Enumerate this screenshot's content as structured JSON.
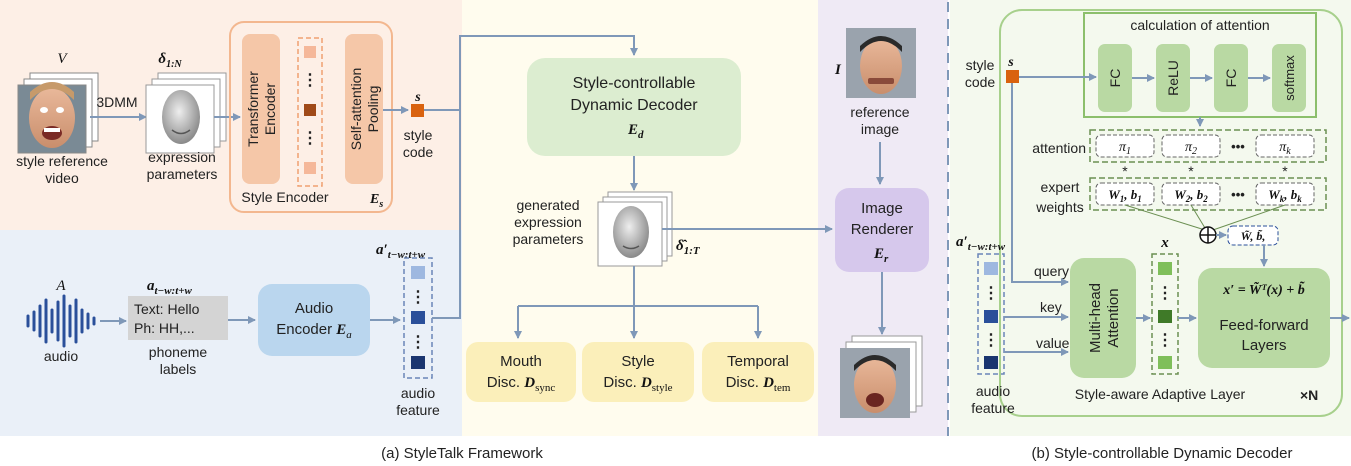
{
  "captions": {
    "a": "(a) StyleTalk Framework",
    "b": "(b) Style-controllable Dynamic Decoder"
  },
  "left": {
    "video_symbol": "V",
    "style_ref_line1": "style reference",
    "style_ref_line2": "video",
    "threeDMM": "3DMM",
    "delta_symbol": "δ",
    "delta_sub": "1:N",
    "expr_line1": "expression",
    "expr_line2": "parameters",
    "transformer_line1": "Transformer",
    "transformer_line2": "Encoder",
    "selfatt_line1": "Self-attention",
    "selfatt_line2": "Pooling",
    "style_encoder": "Style Encoder",
    "Es_sym": "E",
    "Es_sub": "s",
    "s_symbol": "s",
    "style_code_line1": "style",
    "style_code_line2": "code",
    "A_symbol": "A",
    "audio": "audio",
    "a_sym": "a",
    "a_sub": "t−w:t+w",
    "text_line": "Text: Hello",
    "ph_line": "Ph: HH,...",
    "phoneme_line1": "phoneme",
    "phoneme_line2": "labels",
    "audio_enc_line1": "Audio",
    "audio_enc_line2": "Encoder",
    "Ea_sym": "E",
    "Ea_sub": "a",
    "aprime_sym": "a′",
    "aprime_sub": "t−w:t+w",
    "audio_feat_line1": "audio",
    "audio_feat_line2": "feature",
    "scd_line1": "Style-controllable",
    "scd_line2": "Dynamic Decoder",
    "Ed_sym": "E",
    "Ed_sub": "d",
    "gen_line1": "generated",
    "gen_line2": "expression",
    "gen_line3": "parameters",
    "dhat_sym": "δ̂",
    "dhat_sub": "1:T",
    "mouth_line1": "Mouth",
    "mouth_line2": "Disc.",
    "Dsync_sym": "D",
    "Dsync_sub": "sync",
    "style_d_line1": "Style",
    "style_d_line2": "Disc.",
    "Dstyle_sym": "D",
    "Dstyle_sub": "style",
    "temp_line1": "Temporal",
    "temp_line2": "Disc.",
    "Dtem_sym": "D",
    "Dtem_sub": "tem",
    "I_symbol": "I",
    "ref_img_line1": "reference",
    "ref_img_line2": "image",
    "renderer_line1": "Image",
    "renderer_line2": "Renderer",
    "Er_sym": "E",
    "Er_sub": "r",
    "dots": "⋮"
  },
  "right": {
    "calc_attention": "calculation of attention",
    "fc": "FC",
    "relu": "ReLU",
    "softmax": "softmax",
    "style_code_line1": "style",
    "style_code_line2": "code",
    "s_symbol": "s",
    "attention": "attention",
    "pi1": "π",
    "pi1_sub": "1",
    "pi2": "π",
    "pi2_sub": "2",
    "pik": "π",
    "pik_sub": "k",
    "ellipsis": "•••",
    "star": "*",
    "expert_line1": "expert",
    "expert_line2": "weights",
    "w1": "W",
    "w1_sub": "1",
    "b1": "b",
    "b1_sub": "1",
    "w2": "W",
    "w2_sub": "2",
    "b2": "b",
    "b2_sub": "2",
    "wk": "W",
    "wk_sub": "k",
    "bk": "b",
    "bk_sub": "k",
    "oplus": "⊕",
    "wtilde": "W̃, b̃,",
    "aprime_sym": "a′",
    "aprime_sub": "t−w:t+w",
    "x_symbol": "x",
    "query": "query",
    "key": "key",
    "value": "value",
    "mha_line1": "Multi-head",
    "mha_line2": "Attention",
    "formula": "x′ = W̃ᵀ(x) + b̃",
    "ff_line1": "Feed-forward",
    "ff_line2": "Layers",
    "adaptive": "Style-aware Adaptive Layer",
    "timesN": "×N",
    "audio_line1": "audio",
    "audio_line2": "feature",
    "dots": "⋮"
  },
  "colors": {
    "style_panel": "#fdefe6",
    "audio_panel": "#eaf0f8",
    "decoder_panel": "#fffcee",
    "renderer_panel": "#efeaf5",
    "right_panel": "#f4f9ee",
    "orange_box": "#f5c7a8",
    "green_box": "#dcedd0",
    "green_inner": "#b9d9a3",
    "blue_box": "#bad6ee",
    "yellow_box": "#fbefba",
    "purple_box": "#d6c8ec",
    "arrow": "#7f98b8",
    "dark_orange": "#d9620f"
  }
}
